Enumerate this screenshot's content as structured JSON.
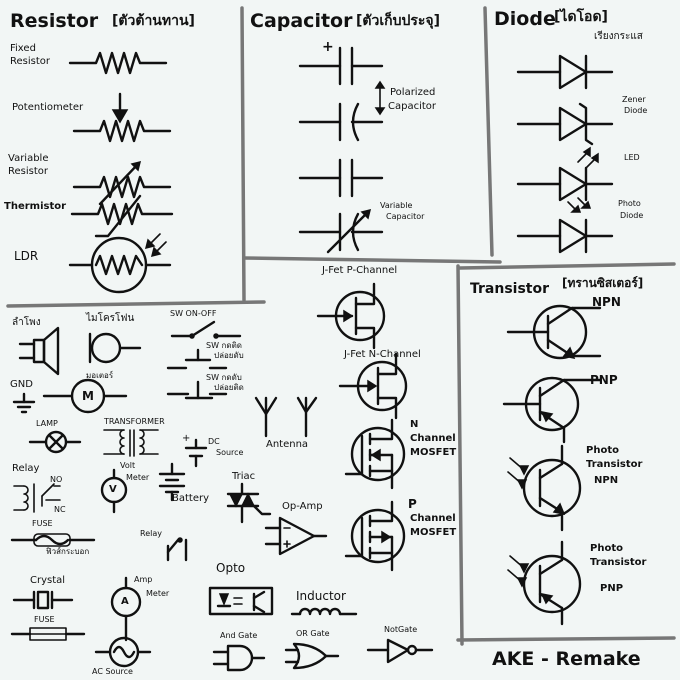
{
  "headings": {
    "resistor": "Resistor",
    "resistor_thai": "[ตัวต้านทาน]",
    "capacitor": "Capacitor",
    "capacitor_thai": "[ตัวเก็บประจุ]",
    "diode": "Diode",
    "diode_thai": "[ไดโอด]",
    "diode_sub": "เรียงกระแส",
    "transistor": "Transistor",
    "transistor_thai": "[ทรานซิสเตอร์]"
  },
  "resistor_labels": {
    "fixed_1": "Fixed",
    "fixed_2": "Resistor",
    "pot": "Potentiometer",
    "var_1": "Variable",
    "var_2": "Resistor",
    "therm": "Thermistor",
    "ldr": "LDR"
  },
  "capacitor_labels": {
    "plus": "+",
    "pol_1": "Polarized",
    "pol_2": "Capacitor",
    "var_1": "Variable",
    "var_2": "Capacitor"
  },
  "diode_labels": {
    "zener_1": "Zener",
    "zener_2": "Diode",
    "led": "LED",
    "photo_1": "Photo",
    "photo_2": "Diode"
  },
  "fet_labels": {
    "jfet_p": "J-Fet P-Channel",
    "jfet_n": "J-Fet N-Channel",
    "nmos_1": "N",
    "nmos_2": "Channel",
    "nmos_3": "MOSFET",
    "pmos_1": "P",
    "pmos_2": "Channel",
    "pmos_3": "MOSFET"
  },
  "transistor_labels": {
    "npn": "NPN",
    "pnp": "PNP",
    "pt_npn_1": "Photo",
    "pt_npn_2": "Transistor",
    "pt_npn_3": "NPN",
    "pt_pnp_1": "Photo",
    "pt_pnp_2": "Transistor",
    "pt_pnp_3": "PNP"
  },
  "misc_labels": {
    "speaker": "ลำโพง",
    "mic": "ไมโครโฟน",
    "sw_onoff": "SW ON-OFF",
    "sw_no_1": "SW กดติด",
    "sw_no_2": "ปล่อยดับ",
    "sw_nc_1": "SW กดดับ",
    "sw_nc_2": "ปล่อยติด",
    "motor": "มอเตอร์",
    "gnd": "GND",
    "motor_letter": "M",
    "antenna": "Antenna",
    "lamp": "LAMP",
    "transformer": "TRANSFORMER",
    "dc_1": "DC",
    "dc_2": "Source",
    "plus": "+",
    "relay": "Relay",
    "no": "NO",
    "nc": "NC",
    "volt_1": "Volt",
    "volt_2": "Meter",
    "volt_letter": "V",
    "battery": "Battery",
    "triac": "Triac",
    "opamp": "Op-Amp",
    "fuse": "FUSE",
    "fuse_thai": "ฟิวส์กระบอก",
    "relay2": "Relay",
    "opto": "Opto",
    "crystal": "Crystal",
    "amp_1": "Amp",
    "amp_2": "Meter",
    "amp_letter": "A",
    "inductor": "Inductor",
    "fuse2": "FUSE",
    "and_gate": "And Gate",
    "or_gate": "OR Gate",
    "not_gate": "NotGate",
    "ac_source": "AC Source"
  },
  "credit": "AKE - Remake"
}
